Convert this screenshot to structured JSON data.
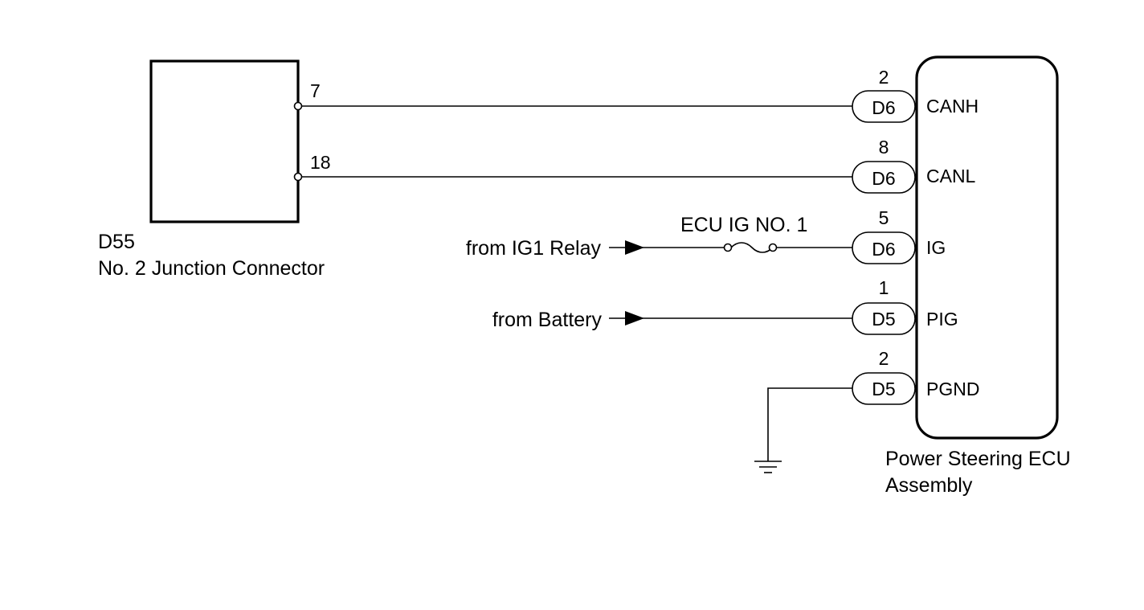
{
  "junction_connector": {
    "code": "D55",
    "name": "No. 2 Junction Connector",
    "pins": [
      "7",
      "18"
    ]
  },
  "ecu": {
    "name_line1": "Power Steering ECU",
    "name_line2": "Assembly",
    "terminals": [
      {
        "pin": "2",
        "connector": "D6",
        "signal": "CANH"
      },
      {
        "pin": "8",
        "connector": "D6",
        "signal": "CANL"
      },
      {
        "pin": "5",
        "connector": "D6",
        "signal": "IG"
      },
      {
        "pin": "1",
        "connector": "D5",
        "signal": "PIG"
      },
      {
        "pin": "2",
        "connector": "D5",
        "signal": "PGND"
      }
    ]
  },
  "sources": {
    "ig1": "from IG1 Relay",
    "battery": "from Battery"
  },
  "fuse": {
    "label": "ECU IG NO. 1"
  },
  "colors": {
    "line": "#000000",
    "background": "#ffffff"
  }
}
